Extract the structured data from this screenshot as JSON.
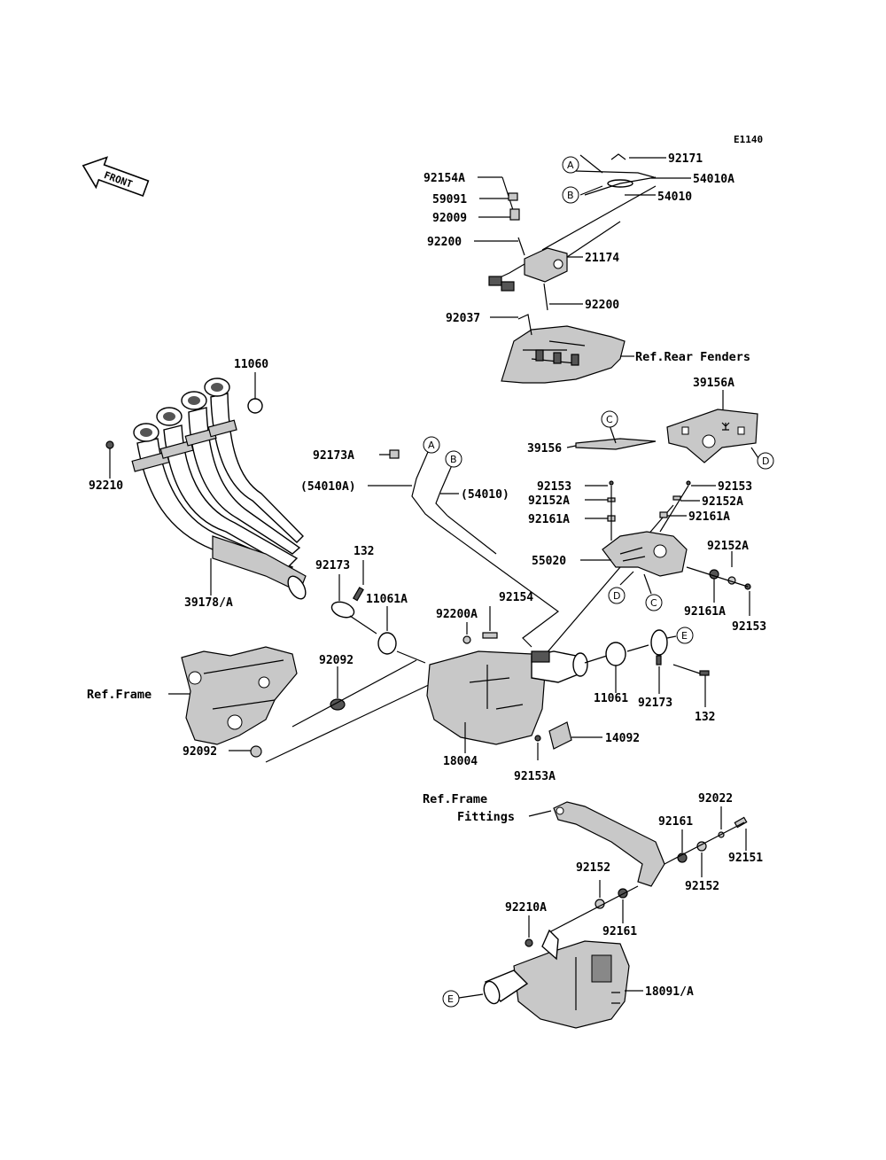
{
  "diagram_code": "E1140",
  "front_label": "FRONT",
  "labels": {
    "p92171": "92171",
    "p54010A": "54010A",
    "p54010": "54010",
    "p92154A": "92154A",
    "p59091": "59091",
    "p92009": "92009",
    "p92200_top": "92200",
    "p21174": "21174",
    "p92200_mid": "92200",
    "p92037": "92037",
    "ref_rear_fenders": "Ref.Rear Fenders",
    "p11060": "11060",
    "p39156A": "39156A",
    "p39156": "39156",
    "p92210": "92210",
    "p92173A": "92173A",
    "p54010A_paren": "(54010A)",
    "p54010_paren": "(54010)",
    "p92153_a": "92153",
    "p92152A_a": "92152A",
    "p92161A_a": "92161A",
    "p92153_b": "92153",
    "p92152A_b": "92152A",
    "p92161A_b": "92161A",
    "p55020": "55020",
    "p92152A_c": "92152A",
    "p92161A_c": "92161A",
    "p92153_c": "92153",
    "p132_top": "132",
    "p92173_top": "92173",
    "p11061A": "11061A",
    "p39178A": "39178/A",
    "p92154": "92154",
    "p92200A": "92200A",
    "ref_frame": "Ref.Frame",
    "p92092_a": "92092",
    "p92092_b": "92092",
    "p11061": "11061",
    "p92173_bot": "92173",
    "p132_bot": "132",
    "p18004": "18004",
    "p14092": "14092",
    "p92153A": "92153A",
    "ref_frame_fittings_1": "Ref.Frame",
    "ref_frame_fittings_2": "Fittings",
    "p92022": "92022",
    "p92161_a": "92161",
    "p92151": "92151",
    "p92152_a": "92152",
    "p92152_b": "92152",
    "p92210A": "92210A",
    "p92161_b": "92161",
    "p18091A": "18091/A"
  },
  "callouts": {
    "A": "A",
    "B": "B",
    "C": "C",
    "D": "D",
    "E": "E"
  }
}
